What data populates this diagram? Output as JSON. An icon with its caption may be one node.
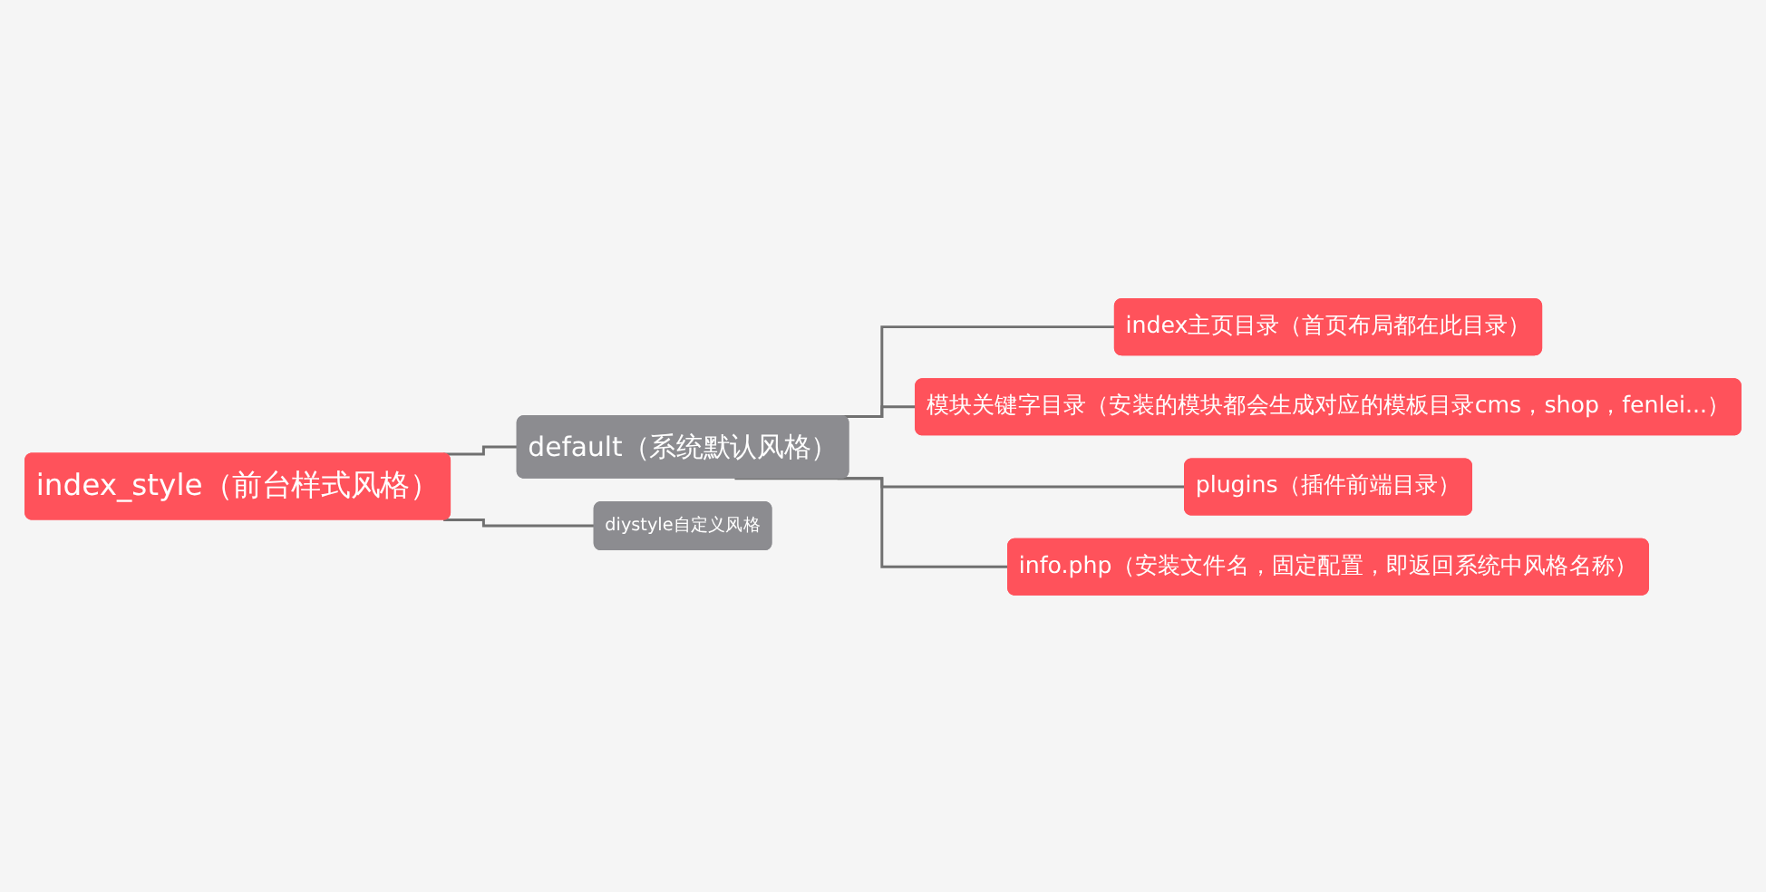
{
  "diagram": {
    "nodes": [
      {
        "text": [
          "index_style（前台样式风格）"
        ]
      },
      {
        "text": [
          "default（系统默认风格）"
        ]
      },
      {
        "text": [
          "diystyle自定义风格"
        ]
      },
      {
        "text": [
          "index主页目录（首页布局都在此目录）"
        ]
      },
      {
        "text": [
          "模块关键字目录（安装的模块都会生成对应的模板目录cms，shop，fenlei...）"
        ]
      },
      {
        "text": [
          "plugins（插件前端目录）"
        ]
      },
      {
        "text": [
          "info.php（安装文件名，固定配置，即返回系统中风格名称）"
        ]
      }
    ],
    "edges": [
      {
        "from": 0,
        "to": 1,
        "arrow": "none"
      },
      {
        "from": 0,
        "to": 2,
        "arrow": "none"
      },
      {
        "from": 1,
        "to": 3,
        "arrow": "none"
      },
      {
        "from": 1,
        "to": 4,
        "arrow": "none"
      },
      {
        "from": 1,
        "to": 5,
        "arrow": "none"
      },
      {
        "from": 1,
        "to": 6,
        "arrow": "none"
      }
    ]
  }
}
